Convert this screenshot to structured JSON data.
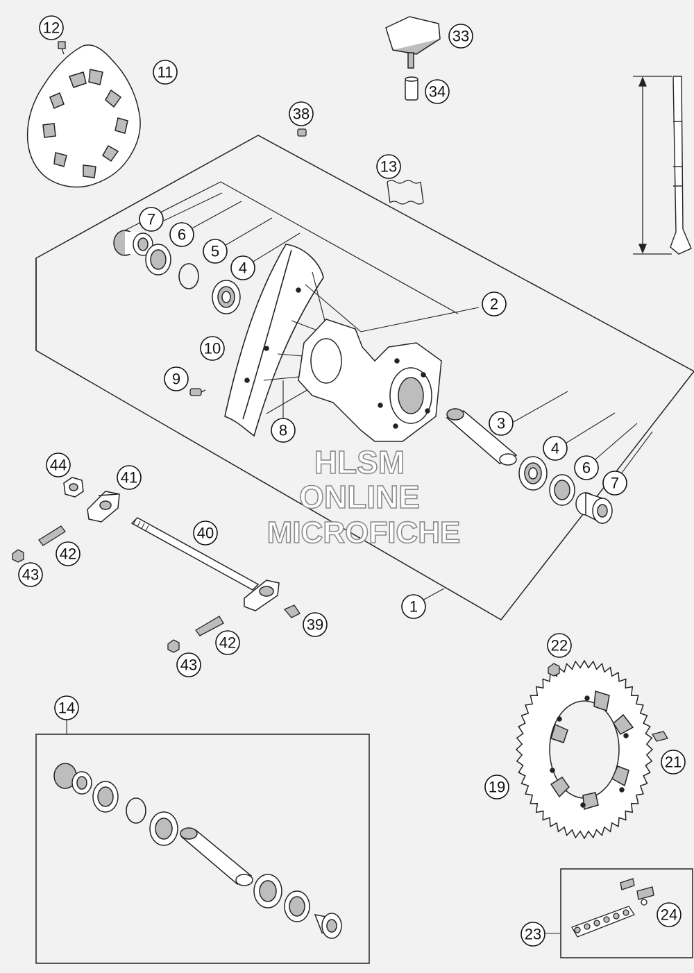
{
  "callouts": {
    "c1": "1",
    "c2": "2",
    "c3": "3",
    "c4a": "4",
    "c4b": "4",
    "c5": "5",
    "c6a": "6",
    "c6b": "6",
    "c7a": "7",
    "c7b": "7",
    "c8": "8",
    "c9": "9",
    "c10": "10",
    "c11": "11",
    "c12": "12",
    "c13": "13",
    "c14": "14",
    "c19": "19",
    "c21": "21",
    "c22": "22",
    "c23": "23",
    "c24": "24",
    "c33": "33",
    "c34": "34",
    "c38": "38",
    "c39": "39",
    "c40": "40",
    "c41": "41",
    "c42a": "42",
    "c42b": "42",
    "c43a": "43",
    "c43b": "43",
    "c44": "44"
  },
  "watermark": {
    "line1": "HLSM",
    "line2": "ONLINE",
    "line3": "MICROFICHE"
  },
  "colors": {
    "line": "#222222",
    "part_fill": "#ffffff",
    "shade": "#bdbdbd",
    "background": "#f2f2f2"
  }
}
